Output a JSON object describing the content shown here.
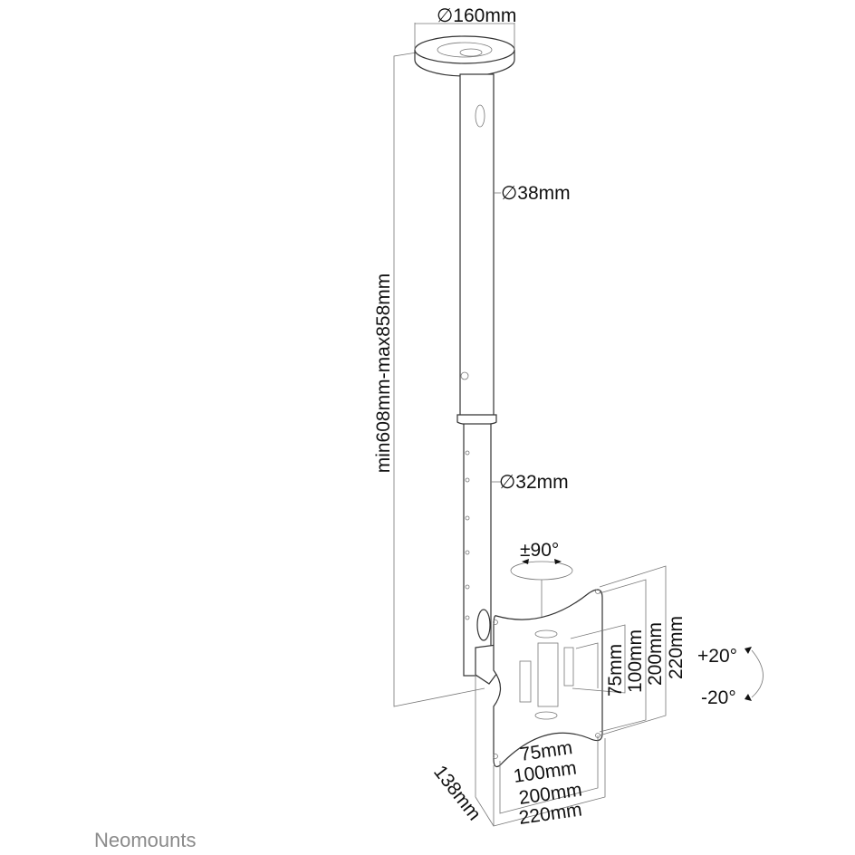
{
  "dimensions": {
    "plate_diameter": "∅160mm",
    "upper_tube_diameter": "∅38mm",
    "lower_tube_diameter": "∅32mm",
    "height_range": "min608mm-max858mm",
    "swivel": "±90°",
    "tilt_up": "+20°",
    "tilt_down": "-20°",
    "vesa_vertical": [
      "75mm",
      "100mm",
      "200mm",
      "220mm"
    ],
    "vesa_horizontal": [
      "75mm",
      "100mm",
      "200mm",
      "220mm"
    ],
    "depth": "138mm"
  },
  "brand": "Neomounts"
}
